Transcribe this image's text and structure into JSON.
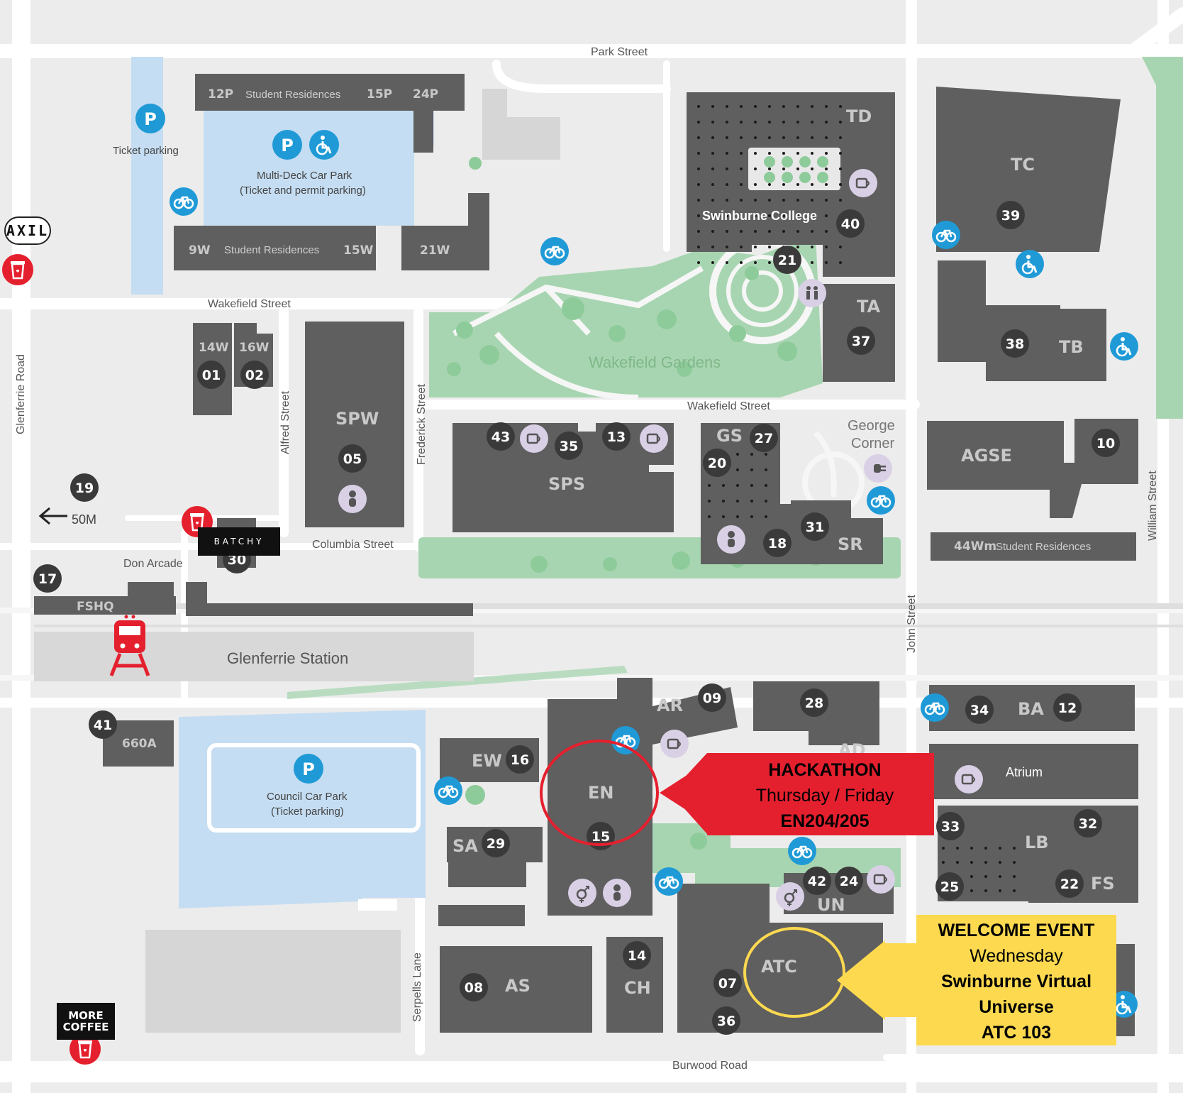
{
  "streets": {
    "park": "Park Street",
    "wakefield_west": "Wakefield Street",
    "wakefield_mid": "Wakefield Street",
    "glenferrie": "Glenferrie Road",
    "alfred": "Alfred Street",
    "frederick": "Frederick Street",
    "columbia": "Columbia Street",
    "don_arcade": "Don Arcade",
    "john": "John Street",
    "william": "William Street",
    "serpells": "Serpells Lane",
    "burwood": "Burwood Road"
  },
  "places": {
    "wakefield_gardens": "Wakefield Gardens",
    "glenferrie_station": "Glenferrie Station",
    "george_corner_1": "George",
    "george_corner_2": "Corner",
    "swinburne_college": "Swinburne College",
    "ticket_parking": "Ticket parking",
    "multideck_1": "Multi-Deck Car Park",
    "multideck_2": "(Ticket and permit parking)",
    "council_1": "Council Car Park",
    "council_2": "(Ticket parking)",
    "atrium": "Atrium",
    "distance": "50M",
    "res_north": "Student Residences",
    "res_south": "Student Residences",
    "res_44wm": "Student Residences"
  },
  "buildings": {
    "b12p": "12P",
    "b15p": "15P",
    "b24p": "24P",
    "b9w": "9W",
    "b15w": "15W",
    "b21w": "21W",
    "b14w": "14W",
    "b16w": "16W",
    "b01": "01",
    "b02": "02",
    "spw": "SPW",
    "b05": "05",
    "sps": "SPS",
    "b43": "43",
    "b35": "35",
    "b13": "13",
    "gs": "GS",
    "b27": "27",
    "b20": "20",
    "b18": "18",
    "b31": "31",
    "sr": "SR",
    "td": "TD",
    "b40": "40",
    "b21": "21",
    "ta": "TA",
    "b37": "37",
    "tc": "TC",
    "b39": "39",
    "tb": "TB",
    "b38": "38",
    "agse": "AGSE",
    "b10": "10",
    "b44wm": "44Wm",
    "b19": "19",
    "b17": "17",
    "b30": "30",
    "fshq": "FSHQ",
    "b41": "41",
    "b660a": "660A",
    "ew": "EW",
    "b16": "16",
    "ar": "AR",
    "b09": "09",
    "b28": "28",
    "ad": "AD",
    "en": "EN",
    "b15": "15",
    "sa": "SA",
    "b29": "29",
    "as": "AS",
    "b08": "08",
    "ch": "CH",
    "b14": "14",
    "atc": "ATC",
    "b07": "07",
    "b36": "36",
    "un": "UN",
    "b42": "42",
    "b24": "24",
    "ba": "BA",
    "b34": "34",
    "b12": "12",
    "lb": "LB",
    "b33": "33",
    "b32": "32",
    "b25": "25",
    "fs": "FS",
    "b22": "22"
  },
  "icons": {
    "parking": "P",
    "accessible": "wheelchair-icon",
    "bike": "bicycle-icon",
    "cafe": "coffee-cup-icon",
    "train": "train-icon"
  },
  "brands": {
    "axil": "AXIL",
    "batchy": "BATCHY",
    "more_coffee_1": "MORE",
    "more_coffee_2": "COFFEE"
  },
  "callouts": {
    "hackathon": {
      "title": "HACKATHON",
      "days": "Thursday / Friday",
      "room": "EN204/205",
      "color": "#e5202e"
    },
    "welcome": {
      "title": "WELCOME EVENT",
      "day": "Wednesday",
      "venue_1": "Swinburne Virtual",
      "venue_2": "Universe",
      "room": "ATC 103",
      "color": "#fcd94f"
    }
  },
  "colors": {
    "building": "#5f5f5f",
    "green": "#a8d5b1",
    "parking": "#c5ddf2",
    "road": "#ffffff",
    "bike": "#1f9ad6",
    "coffee": "#e5202e"
  }
}
